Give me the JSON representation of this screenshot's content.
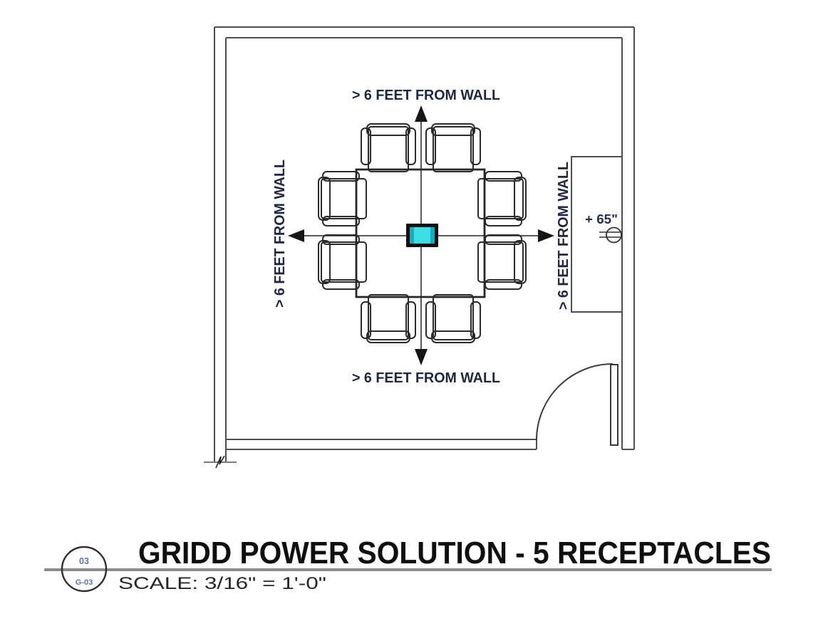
{
  "drawing": {
    "clearance_labels": {
      "top": "> 6 FEET FROM WALL",
      "bottom": "> 6 FEET FROM WALL",
      "left": "> 6 FEET FROM WALL",
      "right": "> 6 FEET FROM WALL"
    },
    "wall_receptacle": {
      "mount_height_label": "+ 65\""
    },
    "colors": {
      "floor_receptacle_fill": "#3ADEE3",
      "floor_receptacle_accent": "#0FAFC0",
      "floor_receptacle_border": "#101010",
      "wall_line": "#4f4f4f",
      "furniture_line": "#2b2b2b",
      "annotation_text": "#1d2742",
      "arrow_head": "#161616",
      "title_divider": "#8c8c8c"
    }
  },
  "title_block": {
    "detail_number": "03",
    "sheet_reference": "G-03",
    "title": "GRIDD POWER SOLUTION - 5 RECEPTACLES",
    "scale": "SCALE:  3/16\" = 1'-0\""
  }
}
